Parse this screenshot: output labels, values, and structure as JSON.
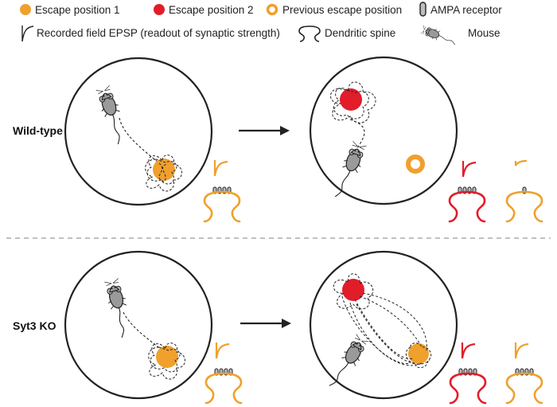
{
  "colors": {
    "escape1": "#f0a02c",
    "escape2": "#e21d2a",
    "line": "#222222",
    "mouse": "#9a9a9a",
    "divider": "#9a9a9a"
  },
  "legend": {
    "escape1": "Escape position 1",
    "escape2": "Escape position 2",
    "previous": "Previous escape position",
    "ampa": "AMPA receptor",
    "epsp": "Recorded field EPSP (readout of synaptic strength)",
    "spine": "Dendritic spine",
    "mouse": "Mouse"
  },
  "rows": [
    {
      "label": "Wild-type"
    },
    {
      "label": "Syt3 KO"
    }
  ],
  "icons": {
    "escape1": "orange-dot-icon",
    "escape2": "red-dot-icon",
    "previous": "orange-ring-icon",
    "ampa": "ampa-receptor-icon",
    "epsp": "epsp-trace-icon",
    "spine": "dendritic-spine-icon",
    "mouse": "mouse-icon",
    "arrow": "right-arrow-icon"
  }
}
